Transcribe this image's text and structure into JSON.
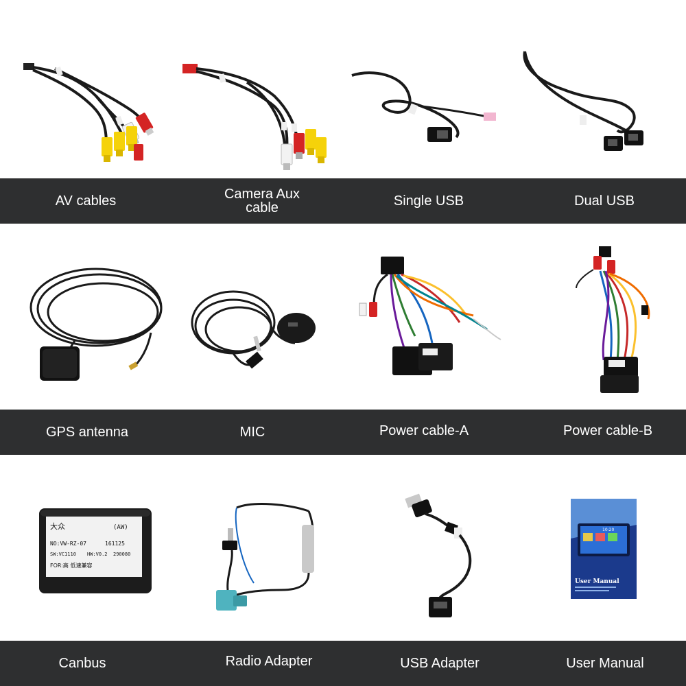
{
  "rows": [
    {
      "items": [
        {
          "label": "AV cables",
          "icon": "av-cables-icon"
        },
        {
          "label": "Camera Aux\ncable",
          "icon": "camera-aux-cable-icon"
        },
        {
          "label": "Single USB",
          "icon": "single-usb-icon"
        },
        {
          "label": "Dual USB",
          "icon": "dual-usb-icon"
        }
      ]
    },
    {
      "items": [
        {
          "label": "GPS antenna",
          "icon": "gps-antenna-icon"
        },
        {
          "label": "MIC",
          "icon": "mic-icon"
        },
        {
          "label": "Power cable-A",
          "icon": "power-cable-a-icon"
        },
        {
          "label": "Power cable-B",
          "icon": "power-cable-b-icon"
        }
      ]
    },
    {
      "items": [
        {
          "label": "Canbus",
          "icon": "canbus-icon"
        },
        {
          "label": "Radio Adapter",
          "icon": "radio-adapter-icon"
        },
        {
          "label": "USB Adapter",
          "icon": "usb-adapter-icon"
        },
        {
          "label": "User Manual",
          "icon": "user-manual-icon"
        }
      ]
    }
  ],
  "canbus_box": {
    "brand": "大众",
    "variant": "(AW)",
    "model": "NO:VW-RZ-07",
    "date": "161125",
    "sw": "SW:VC1110",
    "hw": "HW:V0.2",
    "serial": "290080",
    "for": "FOR:高 低速兼容"
  },
  "manual": {
    "title": "User Manual",
    "screen_time": "10:20"
  },
  "colors": {
    "band": "#2e2f30",
    "label_text": "#ffffff",
    "rca_yellow": "#f5d20a",
    "rca_red": "#d42424",
    "rca_white": "#f2f2f2",
    "cable": "#1a1a1a"
  }
}
